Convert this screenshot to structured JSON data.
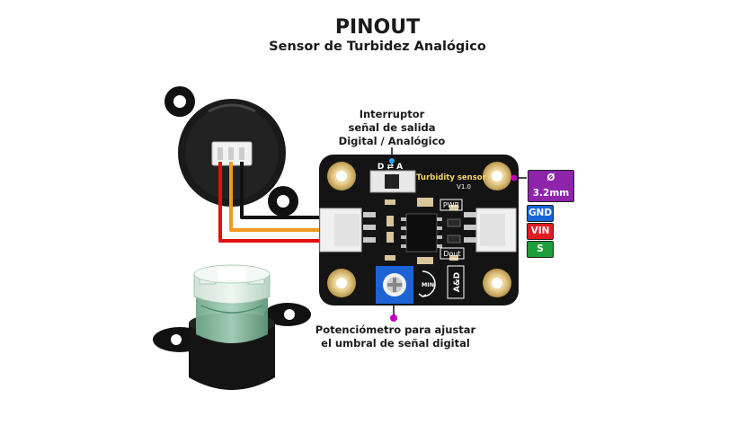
{
  "header": {
    "title": "PINOUT",
    "subtitle": "Sensor de Turbidez Analógico"
  },
  "labels": {
    "switch_line1": "Interruptor",
    "switch_line2": "señal de salida",
    "switch_line3": "Digital / Analógico",
    "pot_line1": "Potenciómetro para ajustar",
    "pot_line2": "el umbral de señal digital"
  },
  "board": {
    "switch_text": "D ⇄ A",
    "name": "Turbidity sensor",
    "version": "V1.0",
    "pwr": "PWR",
    "dout": "Dout",
    "ad": "A&D",
    "min": "MIN"
  },
  "pins": [
    {
      "label": "GND",
      "color": "#1565d8"
    },
    {
      "label": "VIN",
      "color": "#e11b22"
    },
    {
      "label": "S",
      "color": "#1f9d3a"
    }
  ],
  "hole_badge": {
    "label": "Ø 3.2mm",
    "color": "#8e24aa"
  },
  "colors": {
    "accent_callout": "#c000c0",
    "wire_black": "#111111",
    "wire_orange": "#f29a1f",
    "wire_red": "#e01010",
    "board": "#141414",
    "pot_blue": "#1e63d6"
  }
}
